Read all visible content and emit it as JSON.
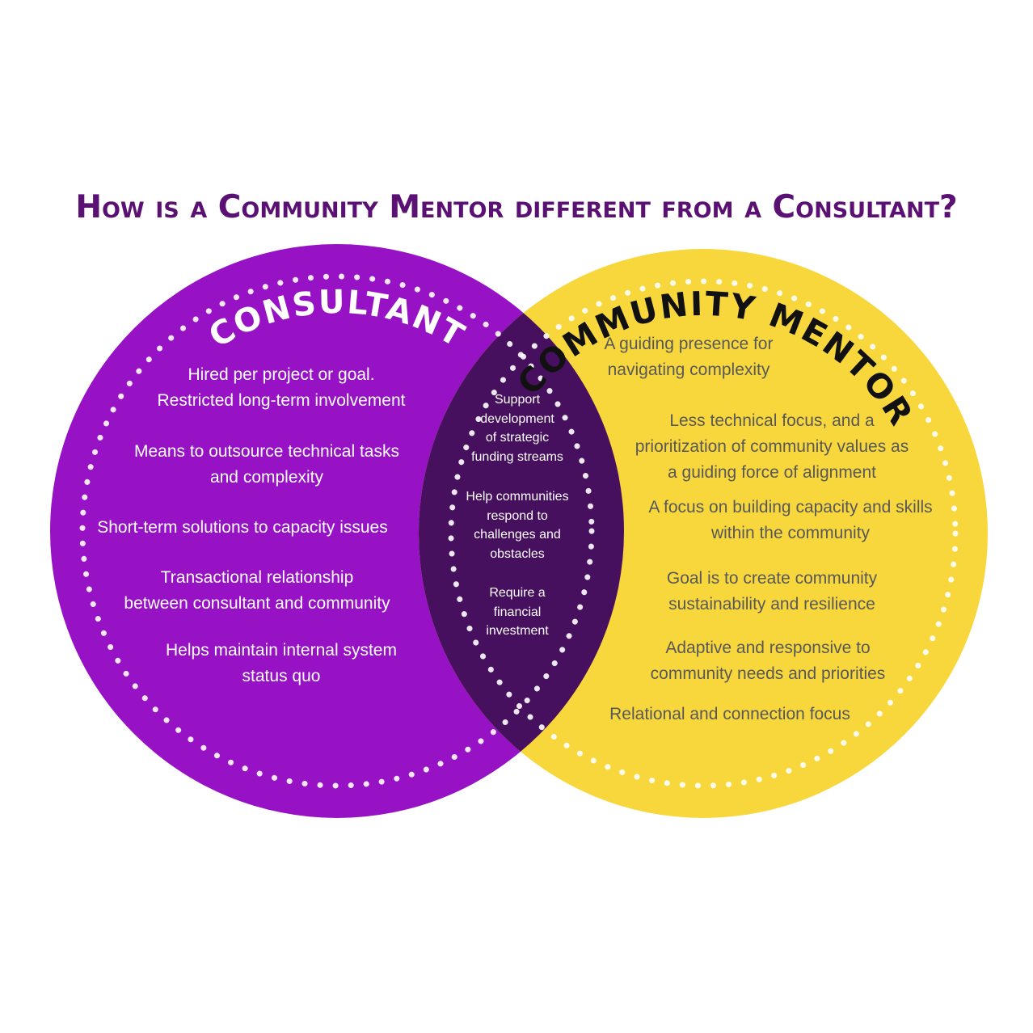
{
  "title": "How is a Community Mentor different from a Consultant?",
  "colors": {
    "title_text": "#5a1173",
    "consultant_circle": "#9712c4",
    "mentor_circle": "#f8d73c",
    "overlap_lens": "#47105f",
    "consultant_text": "#ffffff",
    "mentor_text": "#58585b",
    "dots": "#ffffff",
    "mentor_label": "#111111"
  },
  "venn": {
    "left": {
      "label": "CONSULTANT",
      "items": [
        [
          "Hired per project or goal.",
          "Restricted long-term involvement"
        ],
        [
          "Means to outsource technical tasks",
          "and complexity"
        ],
        [
          "Short-term solutions to capacity issues"
        ],
        [
          "Transactional relationship",
          "between consultant and community"
        ],
        [
          "Helps maintain internal system",
          "status quo"
        ]
      ]
    },
    "overlap": {
      "items": [
        [
          "Support",
          "development",
          "of strategic",
          "funding streams"
        ],
        [
          "Help communities",
          "respond to",
          "challenges and",
          "obstacles"
        ],
        [
          "Require a",
          "financial",
          "investment"
        ]
      ]
    },
    "right": {
      "label": "COMMUNITY MENTOR",
      "items": [
        [
          "A guiding presence for",
          "navigating complexity"
        ],
        [
          "Less technical focus, and a",
          "prioritization of community values as",
          "a guiding force of alignment"
        ],
        [
          "A focus on building capacity and skills",
          "within the community"
        ],
        [
          "Goal is to create community",
          "sustainability and resilience"
        ],
        [
          "Adaptive and responsive to",
          "community needs and priorities"
        ],
        [
          "Relational and connection focus"
        ]
      ]
    }
  }
}
